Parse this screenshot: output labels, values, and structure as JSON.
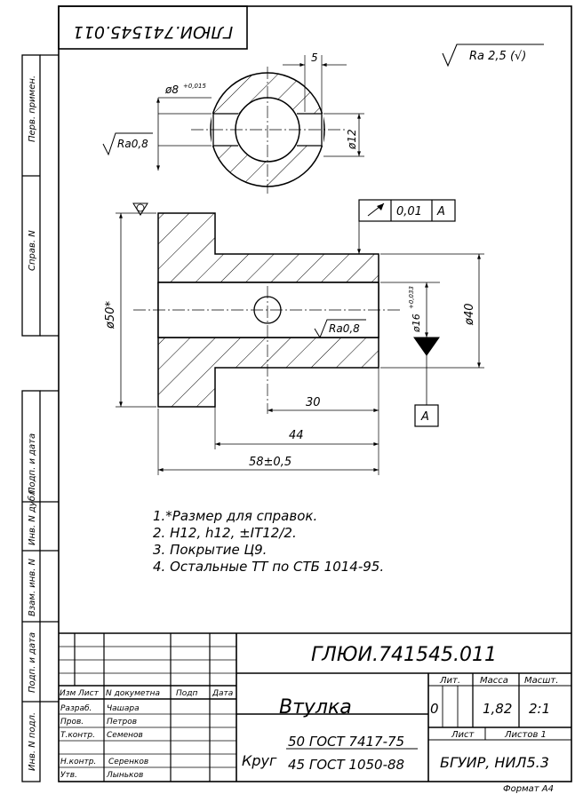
{
  "top_stamp": "ГЛЮИ.741545.011",
  "roughness_general": "Ra 2,5 (√)",
  "side_labels": {
    "perv_primen": "Перв. примен.",
    "sprav_no": "Справ. N",
    "podp_data_1": "Подп. и дата",
    "inv_dubl": "Инв. N дубл.",
    "vzam_inv": "Взам. инв. N",
    "podp_data_2": "Подп. и дата",
    "inv_podl": "Инв. N подл."
  },
  "section_view": {
    "dim_width": "5",
    "dim_hole": "ø8",
    "dim_hole_tol": "+0,015",
    "dim_d12": "ø12",
    "roughness_left": "Ra0,8"
  },
  "main_view": {
    "tolerance_value": "0,01",
    "tolerance_datum": "A",
    "dim_d50": "ø50*",
    "dim_d16": "ø16",
    "dim_d16_tol": "+0,033",
    "dim_d40": "ø40",
    "roughness_bore": "Ra0,8",
    "datum_label": "A",
    "dim_30": "30",
    "dim_44": "44",
    "dim_58": "58±0,5"
  },
  "notes": [
    "1.*Размер для справок.",
    "2. Н12, h12, ±IT12/2.",
    "3. Покрытие Ц9.",
    "4. Остальные ТТ по СТБ 1014-95."
  ],
  "title_block": {
    "designation": "ГЛЮИ.741545.011",
    "part_name": "Втулка",
    "headers": {
      "izm": "Изм",
      "list": "Лист",
      "doc_no": "N докуметна",
      "podp": "Подп",
      "data": "Дата"
    },
    "roles": [
      {
        "role": "Разраб.",
        "name": "Чашара"
      },
      {
        "role": "Пров.",
        "name": "Петров"
      },
      {
        "role": "Т.контр.",
        "name": "Семенов"
      },
      {
        "role": "",
        "name": ""
      },
      {
        "role": "Н.контр.",
        "name": "Серенков"
      },
      {
        "role": "Утв.",
        "name": "Лыньков"
      }
    ],
    "lit_label": "Лит.",
    "massa_label": "Масса",
    "masshtab_label": "Масшт.",
    "lit_value": "0",
    "massa_value": "1,82",
    "masshtab_value": "2:1",
    "list_label": "Лист",
    "listov_label": "Листов 1",
    "material_prefix": "Круг",
    "material_top": "50 ГОСТ 7417-75",
    "material_bottom": "45 ГОСТ 1050-88",
    "organization": "БГУИР, НИЛ5.3"
  },
  "format_label": "Формат А4"
}
